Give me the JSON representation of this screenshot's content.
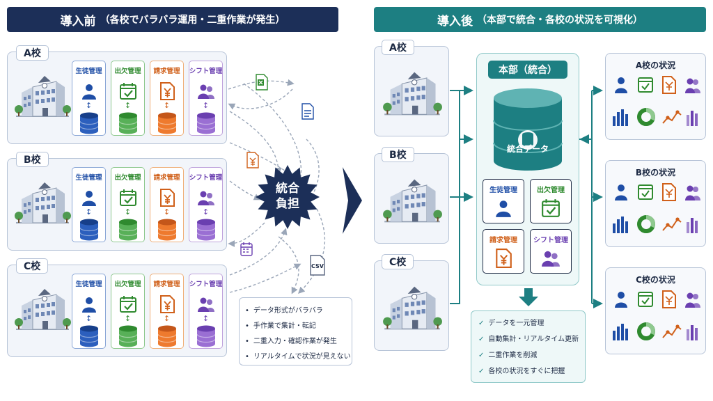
{
  "banner_before": {
    "main": "導入前",
    "sub": "（各校でバラバラ運用・二重作業が発生）"
  },
  "banner_after": {
    "main": "導入後",
    "sub": "（本部で統合・各校の状況を可視化）"
  },
  "before_schools": [
    {
      "name": "A校",
      "modules": [
        "生徒管理",
        "出欠管理",
        "請求管理",
        "シフト管理"
      ]
    },
    {
      "name": "B校",
      "modules": [
        "生徒管理",
        "出欠管理",
        "請求管理",
        "シフト管理"
      ]
    },
    {
      "name": "C校",
      "modules": [
        "生徒管理",
        "出欠管理",
        "請求管理",
        "シフト管理"
      ]
    }
  ],
  "burden_label": [
    "統合",
    "負担"
  ],
  "csv_label": "CSV",
  "problems": [
    "データ形式がバラバラ",
    "手作業で集計・転記",
    "二重入力・確認作業が発生",
    "リアルタイムで状況が見えない"
  ],
  "after_schools": [
    "A校",
    "B校",
    "C校"
  ],
  "hq": {
    "title": "本部（統合）",
    "db_label": "統合データ",
    "modules": [
      "生徒管理",
      "出欠管理",
      "請求管理",
      "シフト管理"
    ]
  },
  "benefits": [
    "データを一元管理",
    "自動集計・リアルタイム更新",
    "二重作業を削減",
    "各校の状況をすぐに把握"
  ],
  "status_panels": [
    "A校の状況",
    "B校の状況",
    "C校の状況"
  ],
  "colors": {
    "navy": "#1c2f58",
    "teal": "#1d7f82",
    "blue": "#1f4ea6",
    "green": "#2f8a2f",
    "orange": "#d0601a",
    "purple": "#6a3fb0"
  },
  "icons": [
    "school-building-icon",
    "person-icon",
    "calendar-check-icon",
    "yen-document-icon",
    "people-icon",
    "database-icon",
    "excel-file-icon",
    "document-icon",
    "csv-file-icon",
    "bar-chart-icon",
    "donut-chart-icon",
    "line-chart-icon"
  ]
}
